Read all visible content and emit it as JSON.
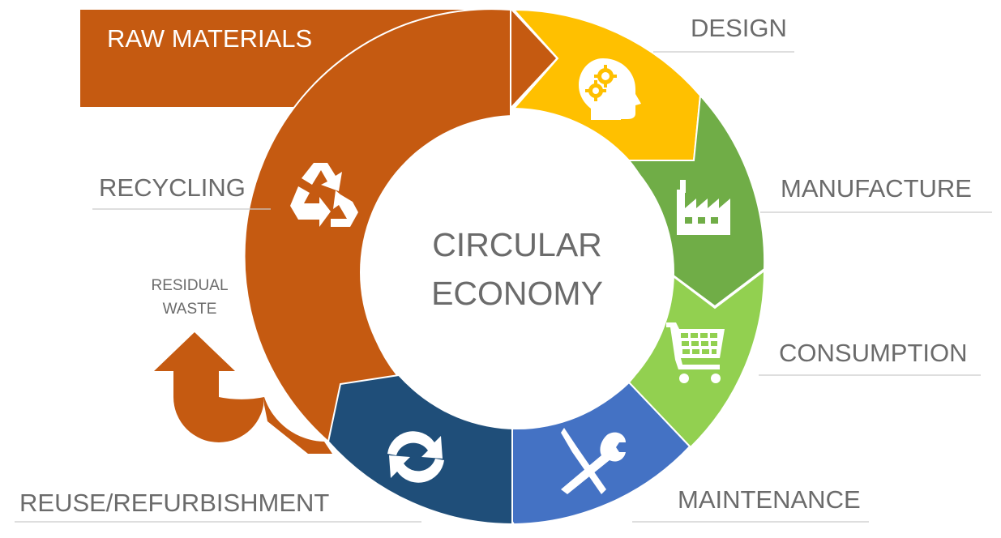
{
  "diagram": {
    "center_title_line1": "CIRCULAR",
    "center_title_line2": "ECONOMY",
    "input_label": "RAW MATERIALS",
    "residual_label_line1": "RESIDUAL",
    "residual_label_line2": "WASTE",
    "stages": [
      {
        "label": "DESIGN",
        "color": "#FFC000",
        "icon": "head-gears-icon"
      },
      {
        "label": "MANUFACTURE",
        "color": "#70AD47",
        "icon": "factory-icon"
      },
      {
        "label": "CONSUMPTION",
        "color": "#92D050",
        "icon": "shopping-cart-icon"
      },
      {
        "label": "MAINTENANCE",
        "color": "#4472C4",
        "icon": "wrench-screwdriver-icon"
      },
      {
        "label": "REUSE/REFURBISHMENT",
        "color": "#1F4E79",
        "icon": "refresh-arrows-icon"
      },
      {
        "label": "RECYCLING",
        "color": "#C55A11",
        "icon": "recycle-icon"
      }
    ]
  }
}
